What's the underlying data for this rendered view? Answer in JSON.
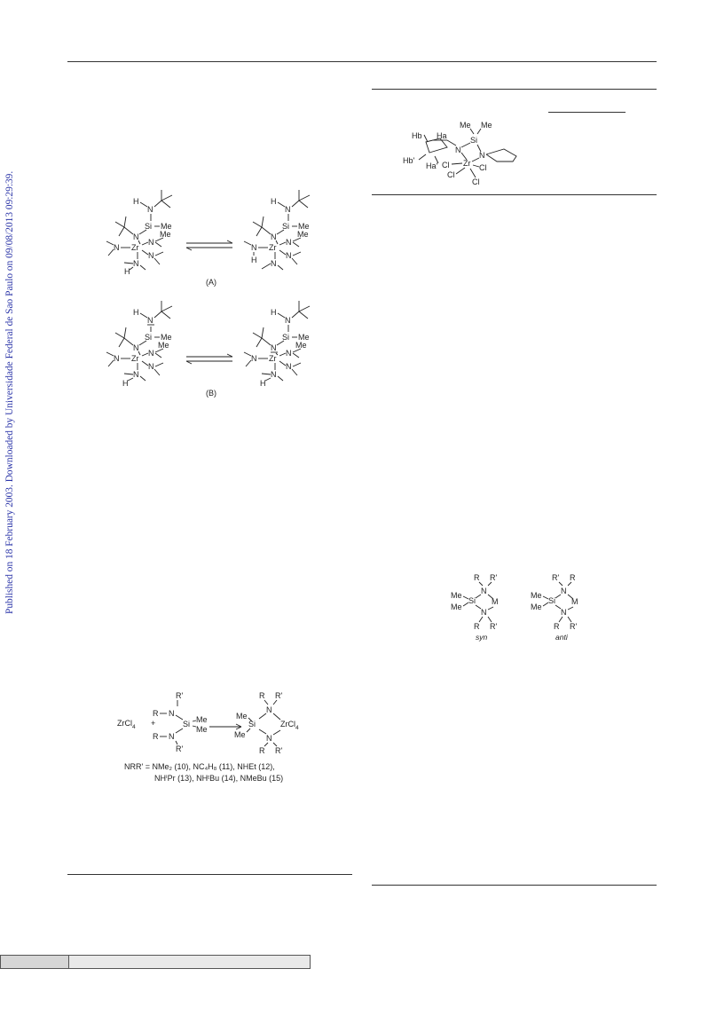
{
  "side_note": "Published on 18 February 2003. Downloaded by Universidade Federal de Sao Paulo on 09/08/2013 09:29:39.",
  "scheme_equilibrium": {
    "label_a": "(A)",
    "label_b": "(B)",
    "atoms": {
      "h": "H",
      "n": "N",
      "si": "Si",
      "me": "Me",
      "zr": "Zr"
    }
  },
  "scheme_complex": {
    "atoms": {
      "hb": "Hb",
      "hb_prime": "Hb'",
      "ha": "Ha",
      "ha_prime": "Ha'",
      "n": "N",
      "si": "Si",
      "me": "Me",
      "zr": "Zr",
      "cl": "Cl"
    }
  },
  "scheme_isomers": {
    "syn_label": "syn",
    "anti_label": "anti",
    "atoms": {
      "r": "R",
      "r_prime": "R'",
      "n": "N",
      "si": "Si",
      "m": "M",
      "me": "Me"
    }
  },
  "scheme_reaction": {
    "reactant_zr": "ZrCl",
    "plus": "+",
    "product_zr": "ZrCl",
    "subscript_4": "4",
    "legend_line1": "NRR' = NMe₂ (10), NC₄H₈ (11), NHEt (12),",
    "legend_line2": "NHⁱPr (13), NHᵗBu (14), NMeBu (15)",
    "atoms": {
      "r": "R",
      "r_prime": "R'",
      "n": "N",
      "si": "Si",
      "me": "Me"
    }
  }
}
